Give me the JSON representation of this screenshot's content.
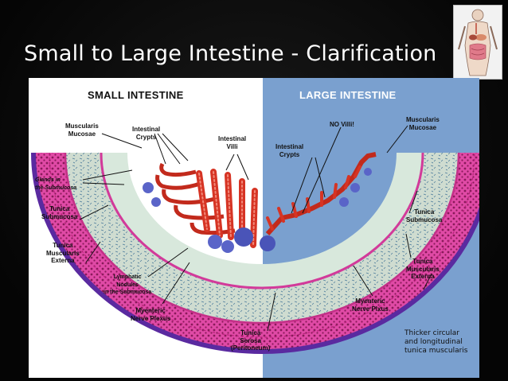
{
  "slide": {
    "title": "Small to Large Intestine - Clarification"
  },
  "thumbnail": {
    "icon": "human-digestive-system-icon"
  },
  "diagram": {
    "small_header": "SMALL INTESTINE",
    "large_header": "LARGE INTESTINE",
    "colors": {
      "small_bg": "#ffffff",
      "large_bg": "#7aa0cf",
      "muscle": "#d63c9a",
      "villi": "#d23224",
      "submucosa": "#c8d8cc",
      "nodules": "#5a64c8",
      "serosa": "#6a3aa8"
    },
    "labels": {
      "muscularis_mucosae_left": "Muscularis\nMucosae",
      "intestinal_crypts_left": "Intestinal\nCrypts",
      "intestinal_villi": "Intestinal\nVilli",
      "glands_submucosa": "Glands in\nthe Submucosa",
      "tunica_submucosa_left": "Tunica\nSubmucosa",
      "tunica_muscularis_left": "Tunica\nMuscularis\nExterna",
      "lymphatic_nodules": "Lymphatic\nNodules\nin the Submucosa",
      "myenteric_left": "Myenteric\nNerve Plexus",
      "tunica_serosa": "Tunica\nSerosa\n(Peritoneum)",
      "no_villi": "NO Villi!",
      "intestinal_crypts_right": "Intestinal\nCrypts",
      "muscularis_mucosae_right": "Muscularis\nMucosae",
      "tunica_submucosa_right": "Tunica\nSubmucosa",
      "tunica_muscularis_right": "Tunica\nMuscularis\nExterna",
      "myenteric_right": "Myenteric\nNerve Plxus"
    },
    "note": "Thicker circular\nand longitudinal\ntunica muscularis"
  }
}
